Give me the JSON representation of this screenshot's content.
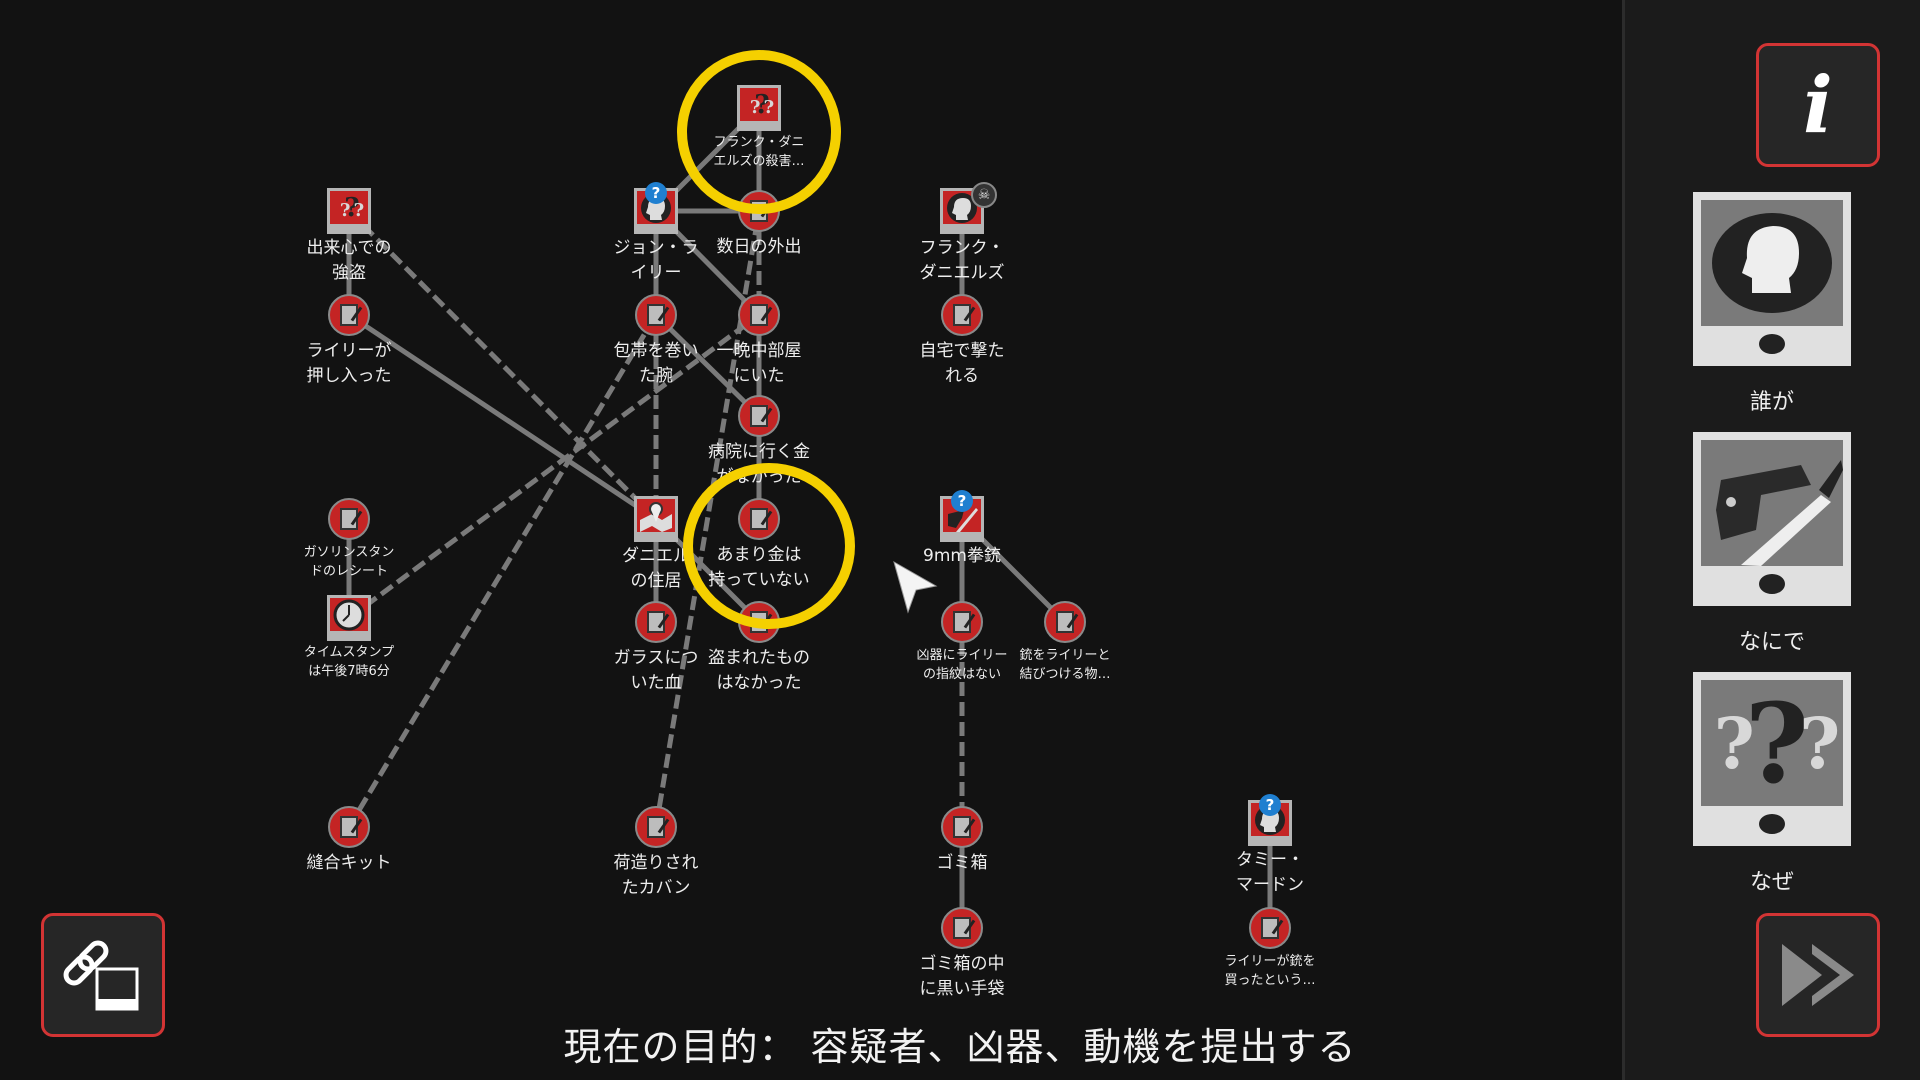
{
  "nodes": [
    {
      "label": "出来心での\n強盗",
      "type": "square",
      "icon": "question-marks-icon"
    },
    {
      "label": "ライリーが\n押し入った",
      "type": "circle",
      "icon": "note-icon"
    },
    {
      "label": "ガソリンスタン\nドのレシート",
      "type": "circle",
      "icon": "note-icon"
    },
    {
      "label": "タイムスタンプ\nは午後7時6分",
      "type": "square",
      "icon": "clock-icon"
    },
    {
      "label": "縫合キット",
      "type": "circle",
      "icon": "note-icon"
    },
    {
      "label": "ジョン・ラ\nイリー",
      "type": "square",
      "icon": "person-icon",
      "badge": "?"
    },
    {
      "label": "包帯を巻い\nた腕",
      "type": "circle",
      "icon": "note-icon"
    },
    {
      "label": "ダニエル\nの住居",
      "type": "square",
      "icon": "map-pin-icon"
    },
    {
      "label": "ガラスにつ\nいた血",
      "type": "circle",
      "icon": "note-icon"
    },
    {
      "label": "荷造りされ\nたカバン",
      "type": "circle",
      "icon": "note-icon"
    },
    {
      "label": "フランク・ダニ\nエルズの殺害…",
      "type": "square",
      "icon": "question-marks-icon"
    },
    {
      "label": "数日の外出",
      "type": "circle",
      "icon": "note-icon"
    },
    {
      "label": "一晩中部屋\nにいた",
      "type": "circle",
      "icon": "note-icon"
    },
    {
      "label": "病院に行く金\nがなかった",
      "type": "circle",
      "icon": "note-icon"
    },
    {
      "label": "あまり金は\n持っていない",
      "type": "circle",
      "icon": "note-icon"
    },
    {
      "label": "盗まれたもの\nはなかった",
      "type": "circle",
      "icon": "note-icon"
    },
    {
      "label": "フランク・\nダニエルズ",
      "type": "square",
      "icon": "person-icon",
      "badge": "☠"
    },
    {
      "label": "自宅で撃た\nれる",
      "type": "circle",
      "icon": "note-icon"
    },
    {
      "label": "9mm拳銃",
      "type": "square",
      "icon": "weapon-icon",
      "badge": "?"
    },
    {
      "label": "凶器にライリー\nの指紋はない",
      "type": "circle",
      "icon": "note-icon"
    },
    {
      "label": "銃をライリーと\n結びつける物…",
      "type": "circle",
      "icon": "note-icon"
    },
    {
      "label": "ゴミ箱",
      "type": "circle",
      "icon": "note-icon"
    },
    {
      "label": "ゴミ箱の中\nに黒い手袋",
      "type": "circle",
      "icon": "note-icon"
    },
    {
      "label": "タミー・\nマードン",
      "type": "square",
      "icon": "person-icon",
      "badge": "?"
    },
    {
      "label": "ライリーが銃を\n買ったという…",
      "type": "circle",
      "icon": "note-icon"
    }
  ],
  "objective": "現在の目的： 容疑者、凶器、動機を提出する",
  "panel": {
    "info_icon": "i",
    "cards": [
      {
        "label": "誰が",
        "icon": "person-icon"
      },
      {
        "label": "なにで",
        "icon": "weapon-icon"
      },
      {
        "label": "なぜ",
        "icon": "question-marks-icon"
      }
    ]
  },
  "colors": {
    "accent": "#d23434",
    "node_red": "#c42424",
    "highlight": "#f5d000",
    "badge_blue": "#1f7fd0"
  }
}
